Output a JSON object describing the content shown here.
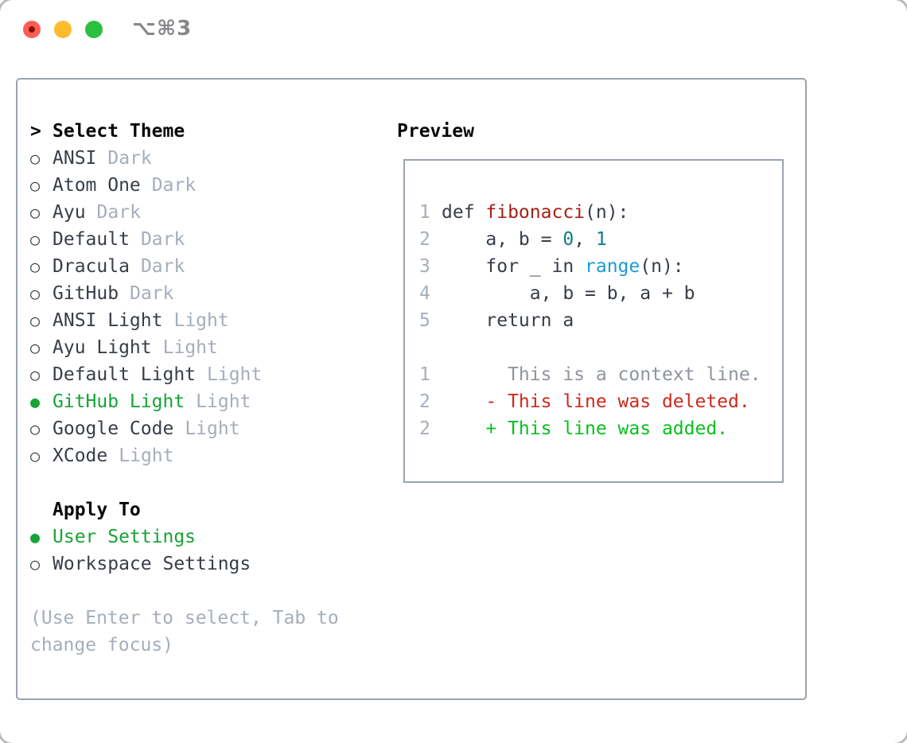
{
  "titlebar": {
    "title": "⌥⌘3",
    "buttons": [
      "close",
      "minimize",
      "zoom"
    ]
  },
  "colors": {
    "selection_green": "#17a336",
    "added_green": "#0abf1f",
    "deleted_red": "#cd2a1d",
    "function_red": "#a62019",
    "number_teal": "#0e7e80",
    "builtin_blue": "#1a9bd7",
    "text_dark": "#373e47",
    "heading_black": "#08090b",
    "muted_gray": "#a5aeba",
    "context_gray": "#8e959e",
    "border_gray": "#9aa3af",
    "traffic_red": "#ff5d55",
    "traffic_yellow": "#fdbc2e",
    "traffic_green": "#2ac03e"
  },
  "theme_select": {
    "prompt": ">",
    "heading": "Select Theme",
    "items": [
      {
        "marker": "○",
        "name": "ANSI",
        "variant": "Dark",
        "selected": false
      },
      {
        "marker": "○",
        "name": "Atom One",
        "variant": "Dark",
        "selected": false
      },
      {
        "marker": "○",
        "name": "Ayu",
        "variant": "Dark",
        "selected": false
      },
      {
        "marker": "○",
        "name": "Default",
        "variant": "Dark",
        "selected": false
      },
      {
        "marker": "○",
        "name": "Dracula",
        "variant": "Dark",
        "selected": false
      },
      {
        "marker": "○",
        "name": "GitHub",
        "variant": "Dark",
        "selected": false
      },
      {
        "marker": "○",
        "name": "ANSI Light",
        "variant": "Light",
        "selected": false
      },
      {
        "marker": "○",
        "name": "Ayu Light",
        "variant": "Light",
        "selected": false
      },
      {
        "marker": "○",
        "name": "Default Light",
        "variant": "Light",
        "selected": false
      },
      {
        "marker": "●",
        "name": "GitHub Light",
        "variant": "Light",
        "selected": true
      },
      {
        "marker": "○",
        "name": "Google Code",
        "variant": "Light",
        "selected": false
      },
      {
        "marker": "○",
        "name": "XCode",
        "variant": "Light",
        "selected": false
      }
    ]
  },
  "apply_to": {
    "heading": "Apply To",
    "items": [
      {
        "marker": "●",
        "name": "User Settings",
        "selected": true
      },
      {
        "marker": "○",
        "name": "Workspace Settings",
        "selected": false
      }
    ]
  },
  "hint": {
    "line1": "(Use Enter to select, Tab to",
    "line2": "change focus)"
  },
  "preview": {
    "heading": "Preview",
    "code": [
      {
        "num": "1",
        "segments": [
          {
            "text": "def ",
            "style": "plain"
          },
          {
            "text": "fibonacci",
            "style": "func"
          },
          {
            "text": "(n):",
            "style": "plain"
          }
        ]
      },
      {
        "num": "2",
        "segments": [
          {
            "text": "    a, b = ",
            "style": "plain"
          },
          {
            "text": "0",
            "style": "num"
          },
          {
            "text": ", ",
            "style": "plain"
          },
          {
            "text": "1",
            "style": "num"
          }
        ]
      },
      {
        "num": "3",
        "segments": [
          {
            "text": "    for _ in ",
            "style": "plain"
          },
          {
            "text": "range",
            "style": "builtin"
          },
          {
            "text": "(n):",
            "style": "plain"
          }
        ]
      },
      {
        "num": "4",
        "segments": [
          {
            "text": "        a, b = b, a + b",
            "style": "plain"
          }
        ]
      },
      {
        "num": "5",
        "segments": [
          {
            "text": "    return a",
            "style": "plain"
          }
        ]
      }
    ],
    "diff": [
      {
        "num": "1",
        "text": "      This is a context line.",
        "kind": "context"
      },
      {
        "num": "2",
        "text": "    - This line was deleted.",
        "kind": "deleted"
      },
      {
        "num": "2",
        "text": "    + This line was added.",
        "kind": "added"
      }
    ]
  }
}
